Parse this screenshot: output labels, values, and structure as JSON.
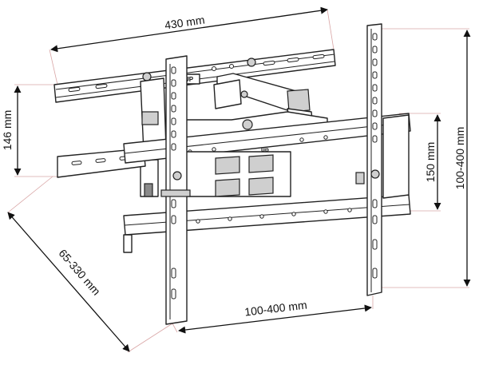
{
  "labels": {
    "top_width": "430 mm",
    "left_height": "146 mm",
    "arm_extension": "65-330 mm",
    "bottom_width": "100-400 mm",
    "right_inner_height": "150 mm",
    "right_outer_height": "100-400 mm",
    "wall_plate_up": "UP",
    "tv_bracket_up": "up"
  },
  "colors": {
    "line": "#222222",
    "extension_line": "#d9a6a6",
    "arrow": "#111111",
    "shade": "#cfcfcf"
  }
}
